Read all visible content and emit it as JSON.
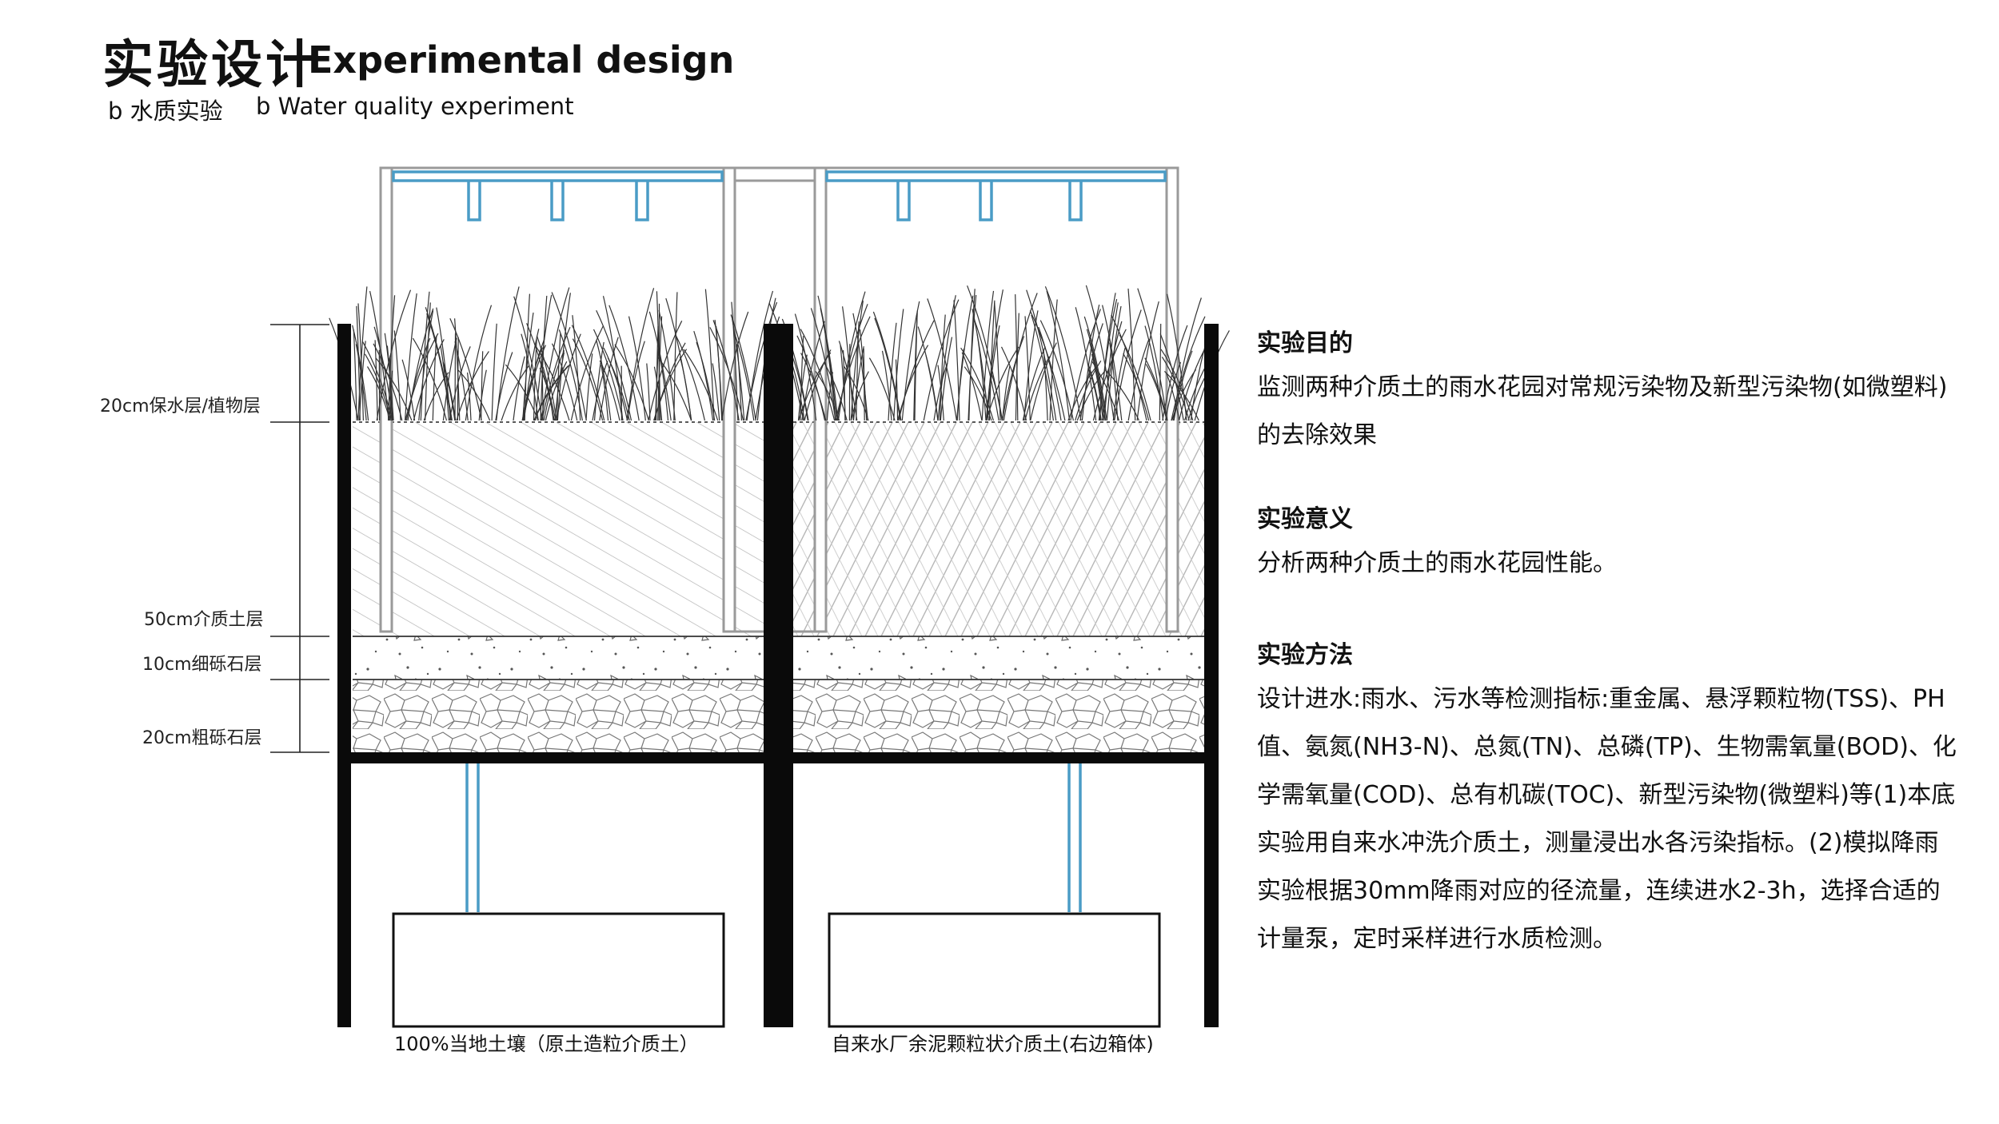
{
  "header": {
    "title_cn": "实验设计",
    "title_en": "Experimental design",
    "subtitle_cn": "b 水质实验",
    "subtitle_en": "b Water quality experiment"
  },
  "diagram": {
    "layer_labels": [
      "20cm保水层/植物层",
      "50cm介质土层",
      "10cm细砾石层",
      "20cm粗砾石层"
    ],
    "captions": {
      "left_box": "100%当地土壤（原土造粒介质土）",
      "right_box": "自来水厂余泥颗粒状介质土(右边箱体)"
    },
    "colors": {
      "water_pipe": "#4a9cc6",
      "wall": "#0a0a0a",
      "frame": "#9a9a9a",
      "hatch": "#aaaaaa"
    }
  },
  "sections": [
    {
      "heading": "实验目的",
      "paragraph": "监测两种介质土的雨水花园对常规污染物及新型污染物(如微塑料)的去除效果"
    },
    {
      "heading": "实验意义",
      "paragraph": "分析两种介质土的雨水花园性能。"
    },
    {
      "heading": "实验方法",
      "paragraph": "设计进水:雨水、污水等检测指标:重金属、悬浮颗粒物(TSS)、PH值、氨氮(NH3-N)、总氮(TN)、总磷(TP)、生物需氧量(BOD)、化学需氧量(COD)、总有机碳(TOC)、新型污染物(微塑料)等(1)本底实验用自来水冲洗介质土，测量浸出水各污染指标。(2)模拟降雨实验根据30mm降雨对应的径流量，连续进水2-3h，选择合适的计量泵，定时采样进行水质检测。"
    }
  ]
}
